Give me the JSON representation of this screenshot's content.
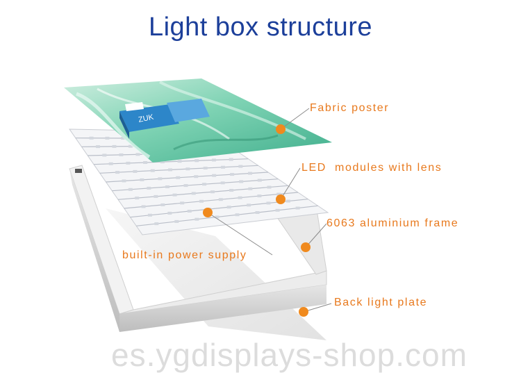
{
  "title": "Light box structure",
  "labels": {
    "fabric": "Fabric poster",
    "led": "LED  modules with lens",
    "frame": "6063 aluminium frame",
    "power": "built-in power supply",
    "backplate": "Back light plate"
  },
  "poster_text": "ZUK",
  "watermark": "es.ygdisplays-shop.com",
  "colors": {
    "title": "#1c3f9a",
    "label": "#e8791d",
    "marker": "#f08a1e",
    "leader": "#8a8a8a"
  }
}
